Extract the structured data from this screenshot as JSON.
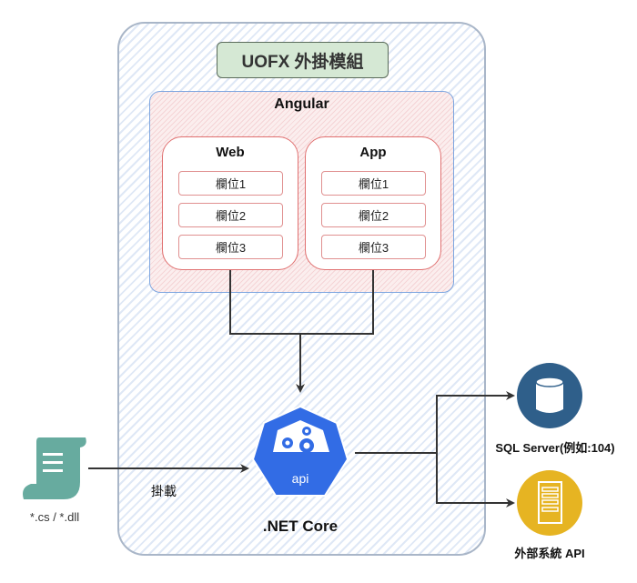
{
  "diagram": {
    "module_title": "UOFX 外掛模組",
    "frontend": {
      "label": "Angular",
      "panels": [
        {
          "label": "Web",
          "fields": [
            "欄位1",
            "欄位2",
            "欄位3"
          ]
        },
        {
          "label": "App",
          "fields": [
            "欄位1",
            "欄位2",
            "欄位3"
          ]
        }
      ]
    },
    "backend": {
      "label": ".NET Core",
      "icon": "api-gears-icon",
      "icon_text": "api"
    },
    "source": {
      "label": "*.cs / *.dll",
      "icon": "script-scroll-icon",
      "edge_label": "掛載"
    },
    "targets": [
      {
        "label": "SQL Server(例如:104)",
        "icon": "database-icon",
        "color": "#2f5f8a"
      },
      {
        "label": "外部系統 API",
        "icon": "server-icon",
        "color": "#e6b422"
      }
    ],
    "colors": {
      "title_fill": "#d5e8d4",
      "angular_border": "#7ea6e0",
      "panel_border": "#e07070",
      "api_blue": "#326ce5"
    }
  }
}
